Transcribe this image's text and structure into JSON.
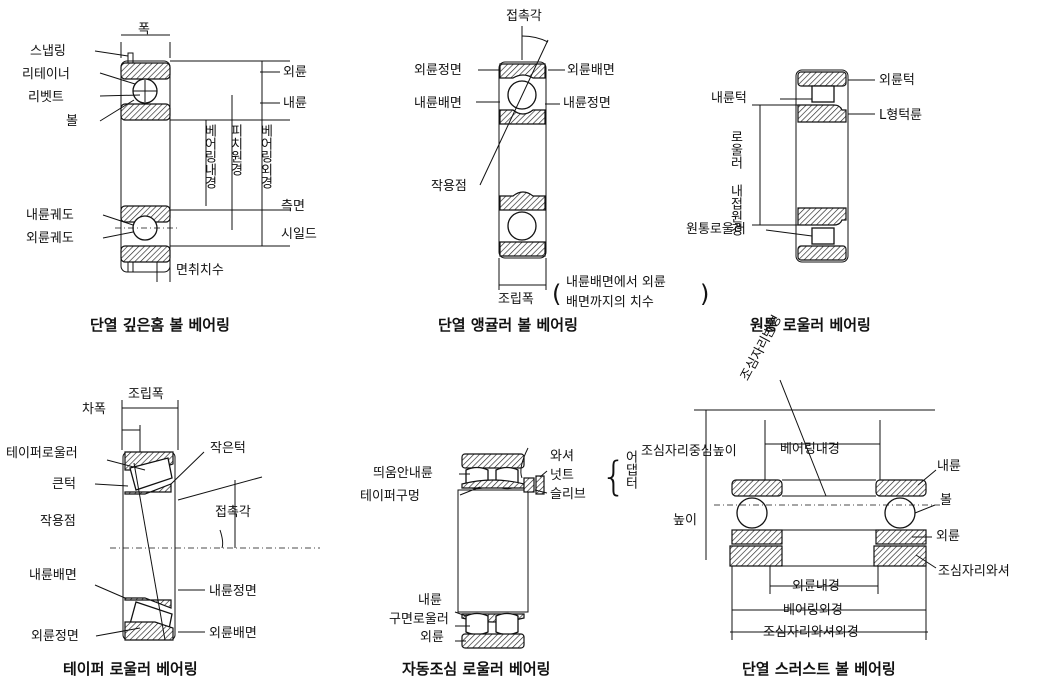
{
  "deep_groove": {
    "labels": {
      "width": "폭",
      "snap_ring": "스냅링",
      "retainer": "리테이너",
      "rivet": "리벳트",
      "ball": "볼",
      "outer_ring": "외륜",
      "inner_ring": "내륜",
      "bore_dia": "베어링내경",
      "pitch_dia": "피치원경",
      "outer_dia": "베어링외경",
      "side_face": "측면",
      "inner_raceway": "내륜궤도",
      "outer_raceway": "외륜궤도",
      "shield": "시일드",
      "chamfer": "면취치수"
    },
    "caption": "단열 깊은홈 볼 베어링"
  },
  "angular": {
    "labels": {
      "contact_angle": "접촉각",
      "outer_front": "외륜정면",
      "outer_back": "외륜배면",
      "inner_back": "내륜배면",
      "inner_front": "내륜정면",
      "load_center": "작용점",
      "assembly_width": "조립폭",
      "note_line1": "내륜배면에서 외륜",
      "note_line2": "배면까지의 치수"
    },
    "caption": "단열 앵귤러 볼 베어링"
  },
  "cylindrical": {
    "labels": {
      "outer_rib": "외륜턱",
      "inner_rib": "내륜턱",
      "l_ring": "L형턱륜",
      "roller_envelope": "로울러 내접원경",
      "roller": "원통로울러"
    },
    "caption": "원통 로울러 베어링"
  },
  "tapered": {
    "labels": {
      "assembly_width": "조립폭",
      "chamfer_width": "차폭",
      "tapered_roller": "테이퍼로울러",
      "small_rib": "작은턱",
      "large_rib": "큰턱",
      "contact_angle": "접촉각",
      "load_center": "작용점",
      "inner_back": "내륜배면",
      "inner_front": "내륜정면",
      "outer_front": "외륜정면",
      "outer_back": "외륜배면"
    },
    "caption": "테이퍼 로울러 베어링"
  },
  "self_aligning": {
    "labels": {
      "tapered_bore_inner": "띄움안내륜",
      "washer": "와셔",
      "nut": "넛트",
      "sleeve": "슬리브",
      "adapter": "어댑터",
      "tapered_bore": "테이퍼구멍",
      "inner_ring": "내륜",
      "spherical_roller": "구면로울러",
      "outer_ring": "외륜"
    },
    "caption": "자동조심 로울러 베어링"
  },
  "thrust": {
    "labels": {
      "aligning_radius": "조심자리반경",
      "aligning_height": "조심자리중심높이",
      "bore_dia": "베어링내경",
      "inner_ring": "내륜",
      "ball": "볼",
      "height": "높이",
      "outer_ring": "외륜",
      "aligning_washer": "조심자리와셔",
      "outer_bore": "외륜내경",
      "outer_dia": "베어링외경",
      "washer_od": "조심자리와셔외경"
    },
    "caption": "단열 스러스트 볼 베어링"
  }
}
